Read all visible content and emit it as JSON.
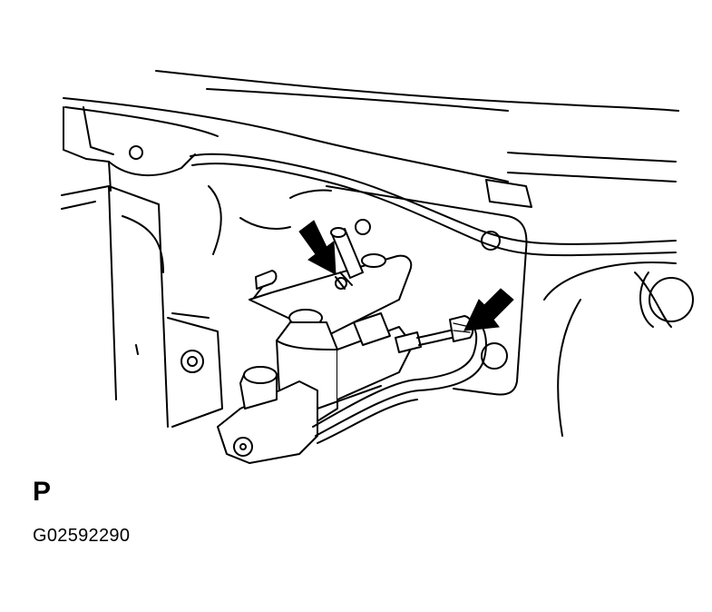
{
  "view_label": "P",
  "figure_code": "G02592290",
  "colors": {
    "ink": "#000000",
    "paper": "#ffffff"
  },
  "callouts": [
    {
      "target": "reservoir-bracket-bolt",
      "icon": "arrow-down-right-icon"
    },
    {
      "target": "brake-line-flare-nut",
      "icon": "arrow-down-left-icon"
    }
  ]
}
